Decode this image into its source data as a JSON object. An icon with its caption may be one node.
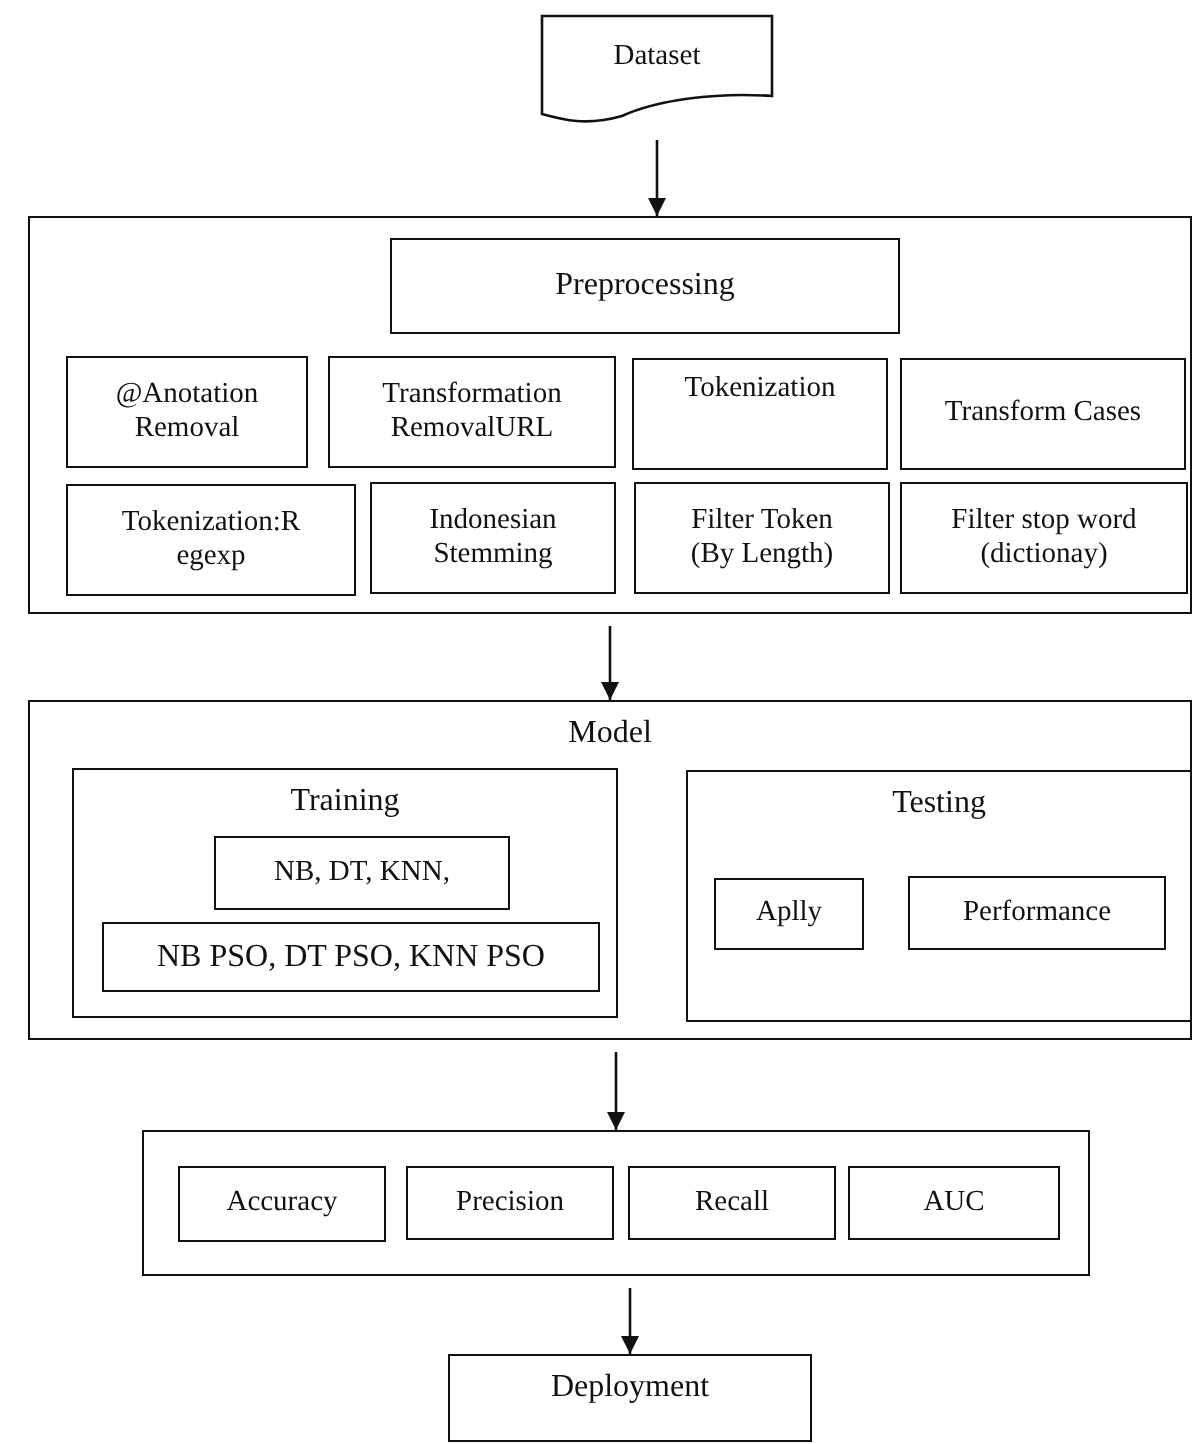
{
  "diagram": {
    "nodes": [
      {
        "text": [
          "Dataset"
        ]
      },
      {
        "text": [],
        "shape": "box"
      },
      {
        "text": [
          "Preprocessing"
        ],
        "in": 1
      },
      {
        "text": [
          "@Anotation Removal"
        ],
        "in": 1
      },
      {
        "text": [
          "Transformation RemovalURL"
        ],
        "in": 1
      },
      {
        "text": [
          "Tokenization"
        ],
        "in": 1
      },
      {
        "text": [
          "Transform Cases"
        ],
        "in": 1
      },
      {
        "text": [
          "Tokenization:R egexp"
        ],
        "in": 1
      },
      {
        "text": [
          "Indonesian Stemming"
        ],
        "in": 1
      },
      {
        "text": [
          "Filter Token (By Length)"
        ],
        "in": 1
      },
      {
        "text": [
          "Filter stop word (dictionay)"
        ],
        "in": 1
      },
      {
        "text": [
          "Model"
        ]
      },
      {
        "text": [
          "Training"
        ],
        "in": 11
      },
      {
        "text": [
          "NB, DT, KNN,"
        ],
        "in": 12
      },
      {
        "text": [
          "NB PSO, DT PSO, KNN PSO"
        ],
        "in": 12
      },
      {
        "text": [
          "Testing"
        ],
        "in": 11
      },
      {
        "text": [
          "Aplly"
        ],
        "in": 15
      },
      {
        "text": [
          "Performance"
        ],
        "in": 15
      },
      {
        "text": [],
        "shape": "box"
      },
      {
        "text": [
          "Accuracy"
        ],
        "in": 18
      },
      {
        "text": [
          "Precision"
        ],
        "in": 18
      },
      {
        "text": [
          "Recall"
        ],
        "in": 18
      },
      {
        "text": [
          "AUC"
        ],
        "in": 18
      },
      {
        "text": [
          "Deployment"
        ]
      }
    ],
    "edges": [
      {
        "from": 0,
        "to": 1,
        "arrow": "to"
      },
      {
        "from": 1,
        "to": 11,
        "arrow": "to"
      },
      {
        "from": 11,
        "to": 18,
        "arrow": "to"
      },
      {
        "from": 18,
        "to": 23,
        "arrow": "to"
      }
    ]
  }
}
